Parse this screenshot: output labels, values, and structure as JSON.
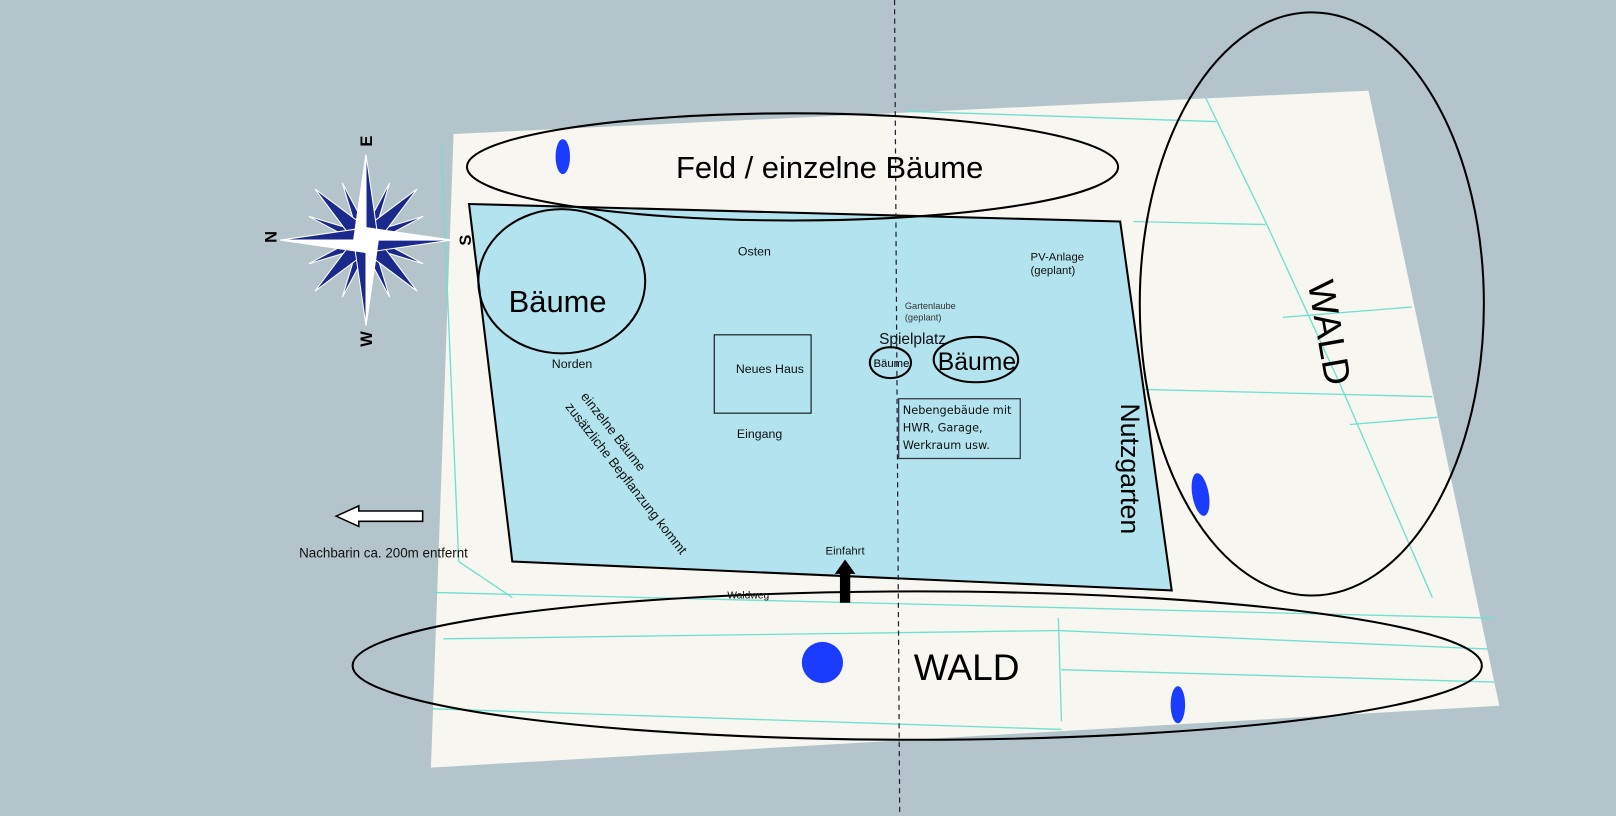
{
  "colors": {
    "background": "#b3c5cb",
    "ground": "#f7f6f0",
    "plot": "#b2e3ee",
    "parcel_lines": "#6fe0d0",
    "compass": "#1a2a8c",
    "markers": "#1a3cff"
  },
  "compass": {
    "north": "N",
    "east": "E",
    "south": "S",
    "west": "W"
  },
  "zones": {
    "top": "Feld / einzelne Bäume",
    "right": "WALD",
    "bottom": "WALD",
    "trees_large": "Bäume",
    "trees_mid": "Bäume",
    "trees_small": "Bäume",
    "nutzgarten": "Nutzgarten"
  },
  "labels": {
    "osten": "Osten",
    "norden": "Norden",
    "neues_haus": "Neues Haus",
    "eingang": "Eingang",
    "pv_line1": "PV-Anlage",
    "pv_line2": "(geplant)",
    "laube_line1": "Gartenlaube",
    "laube_line2": "(geplant)",
    "spielplatz": "Spielplatz",
    "neben_line1": "Nebengebäude mit",
    "neben_line2": "HWR, Garage,",
    "neben_line3": "Werkraum usw.",
    "einzelne_line1": "einzelne Bäume",
    "einzelne_line2": "zusätzliche Bepflanzung kommt",
    "einfahrt": "Einfahrt",
    "waldweg": "Waldweg",
    "nachbarin": "Nachbarin ca. 200m entfernt"
  }
}
